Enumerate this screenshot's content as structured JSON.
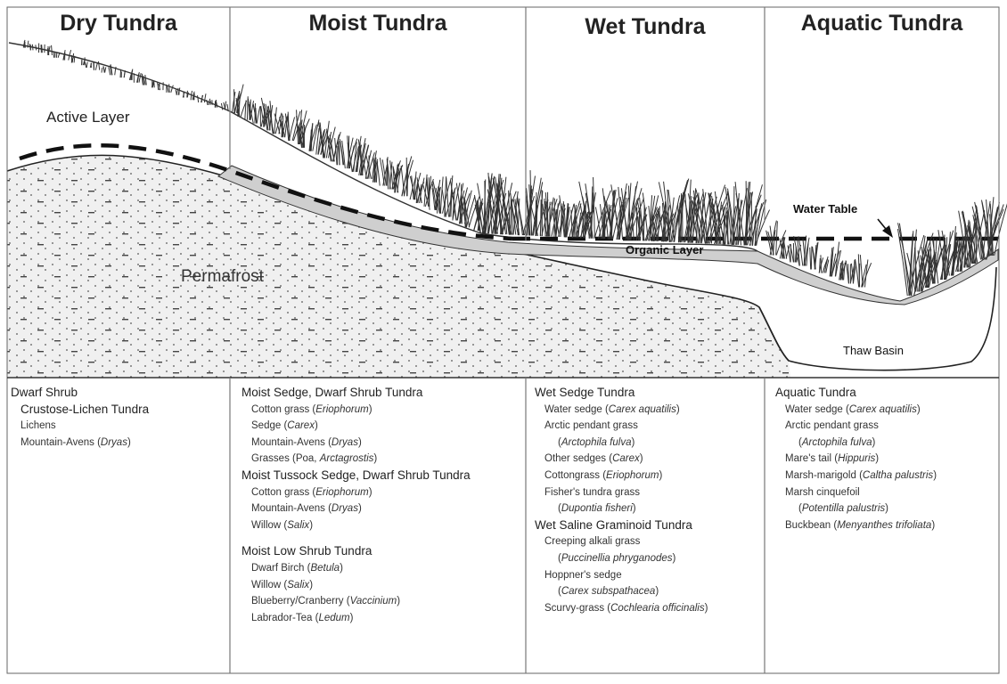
{
  "zones": [
    "Dry Tundra",
    "Moist Tundra",
    "Wet Tundra",
    "Aquatic Tundra"
  ],
  "labels": {
    "active_layer": "Active Layer",
    "permafrost": "Permafrost",
    "water_table": "Water Table",
    "organic_layer": "Organic Layer",
    "thaw_basin": "Thaw Basin"
  },
  "panels": [
    [
      {
        "k": "h",
        "t": "Dwarf Shrub"
      },
      {
        "k": "h1",
        "t": "Crustose-Lichen Tundra"
      },
      {
        "k": "i",
        "t": "Lichens"
      },
      {
        "k": "i",
        "t": "Mountain-Avens (",
        "it": "Dryas",
        "e": ")"
      }
    ],
    [
      {
        "k": "h",
        "t": "Moist Sedge, Dwarf Shrub Tundra"
      },
      {
        "k": "i",
        "t": "Cotton grass (",
        "it": "Eriophorum",
        "e": ")"
      },
      {
        "k": "i",
        "t": "Sedge (",
        "it": "Carex",
        "e": ")"
      },
      {
        "k": "i",
        "t": "Mountain-Avens (",
        "it": "Dryas",
        "e": ")"
      },
      {
        "k": "i",
        "t": "Grasses (Poa, ",
        "it": "Arctagrostis",
        "e": ")"
      },
      {
        "k": "h",
        "t": "Moist Tussock Sedge, Dwarf Shrub Tundra"
      },
      {
        "k": "i",
        "t": "Cotton grass (",
        "it": "Eriophorum",
        "e": ")"
      },
      {
        "k": "i",
        "t": "Mountain-Avens (",
        "it": "Dryas",
        "e": ")"
      },
      {
        "k": "i",
        "t": "Willow (",
        "it": "Salix",
        "e": ")"
      },
      {
        "k": "s"
      },
      {
        "k": "h",
        "t": "Moist Low Shrub Tundra"
      },
      {
        "k": "i",
        "t": "Dwarf Birch (",
        "it": "Betula",
        "e": ")"
      },
      {
        "k": "i",
        "t": "Willow (",
        "it": "Salix",
        "e": ")"
      },
      {
        "k": "i",
        "t": "Blueberry/Cranberry (",
        "it": "Vaccinium",
        "e": ")"
      },
      {
        "k": "i",
        "t": "Labrador-Tea (",
        "it": "Ledum",
        "e": ")"
      }
    ],
    [
      {
        "k": "h",
        "t": "Wet Sedge Tundra"
      },
      {
        "k": "i",
        "t": "Water sedge (",
        "it": "Carex aquatilis",
        "e": ")"
      },
      {
        "k": "i",
        "t": "Arctic pendant grass"
      },
      {
        "k": "i2",
        "t": "(",
        "it": "Arctophila fulva",
        "e": ")"
      },
      {
        "k": "i",
        "t": "Other sedges (",
        "it": "Carex",
        "e": ")"
      },
      {
        "k": "i",
        "t": "Cottongrass (",
        "it": "Eriophorum",
        "e": ")"
      },
      {
        "k": "i",
        "t": "Fisher's tundra grass"
      },
      {
        "k": "i2",
        "t": "(",
        "it": "Dupontia fisheri",
        "e": ")"
      },
      {
        "k": "h",
        "t": "Wet Saline Graminoid Tundra"
      },
      {
        "k": "i",
        "t": "Creeping alkali grass"
      },
      {
        "k": "i2",
        "t": "(",
        "it": "Puccinellia phryganodes",
        "e": ")"
      },
      {
        "k": "i",
        "t": "Hoppner's sedge"
      },
      {
        "k": "i2",
        "t": "(",
        "it": "Carex subspathacea",
        "e": ")"
      },
      {
        "k": "i",
        "t": "Scurvy-grass (",
        "it": "Cochlearia officinalis",
        "e": ")"
      }
    ],
    [
      {
        "k": "h",
        "t": "Aquatic Tundra"
      },
      {
        "k": "i",
        "t": "Water sedge (",
        "it": "Carex aquatilis",
        "e": ")"
      },
      {
        "k": "i",
        "t": "Arctic pendant grass"
      },
      {
        "k": "i2",
        "t": "(",
        "it": "Arctophila fulva",
        "e": ")"
      },
      {
        "k": "i",
        "t": "Mare's tail (",
        "it": "Hippuris",
        "e": ")"
      },
      {
        "k": "i",
        "t": "Marsh-marigold (",
        "it": "Caltha palustris",
        "e": ")"
      },
      {
        "k": "i",
        "t": "Marsh cinquefoil"
      },
      {
        "k": "i2",
        "t": "(",
        "it": "Potentilla palustris",
        "e": ")"
      },
      {
        "k": "i",
        "t": "Buckbean (",
        "it": "Menyanthes trifoliata",
        "e": ")"
      }
    ]
  ]
}
